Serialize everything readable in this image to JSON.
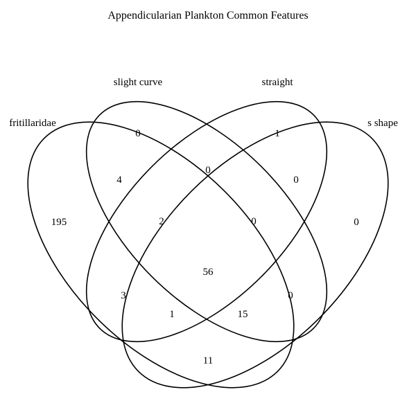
{
  "title": "Appendicularian Plankton Common Features",
  "sets": {
    "a": "fritillaridae",
    "b": "slight curve",
    "c": "straight",
    "d": "s shape"
  },
  "regions": {
    "a_only": "195",
    "b_only": "0",
    "c_only": "1",
    "d_only": "0",
    "ab": "4",
    "bc": "0",
    "cd": "0",
    "ac": "3",
    "bd": "0",
    "ad": "11",
    "abc": "2",
    "bcd": "0",
    "acd": "1",
    "abd": "15",
    "abcd": "56"
  },
  "colors": {
    "stroke": "#000000",
    "text": "#000000",
    "background": "#ffffff"
  }
}
